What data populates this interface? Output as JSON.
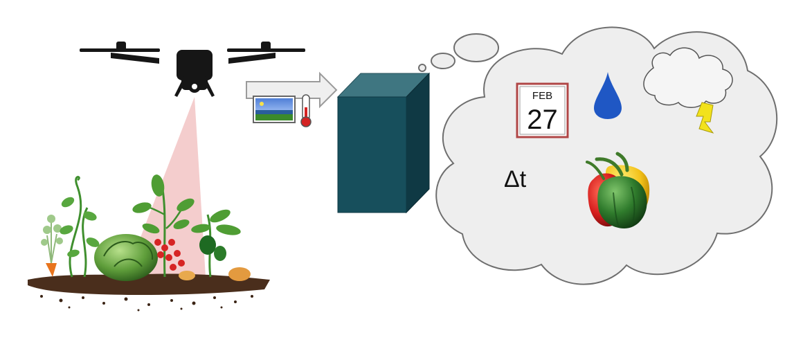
{
  "calendar": {
    "month": "FEB",
    "day": "27"
  },
  "time_step_label": "Δt",
  "colors": {
    "drone": "#161616",
    "sensor_beam": "#f2c4c4",
    "arrow_fill": "#efefef",
    "arrow_stroke": "#9a9a9a",
    "model_box_front": "#174f5c",
    "model_box_top": "#3f7681",
    "model_box_side": "#0f3944",
    "thought_cloud_fill": "#eeeeee",
    "thought_cloud_stroke": "#6e6e6e",
    "water_drop": "#1f57c4",
    "lightning": "#f2e21c",
    "calendar_border": "#b04646"
  },
  "icons": [
    "drone-icon",
    "sensor-beam",
    "crops-illustration",
    "camera-image-icon",
    "thermometer-icon",
    "data-arrow",
    "model-box",
    "thought-cloud",
    "calendar-icon",
    "water-drop-icon",
    "storm-cloud-icon",
    "lightning-icon",
    "bell-peppers-icon"
  ]
}
